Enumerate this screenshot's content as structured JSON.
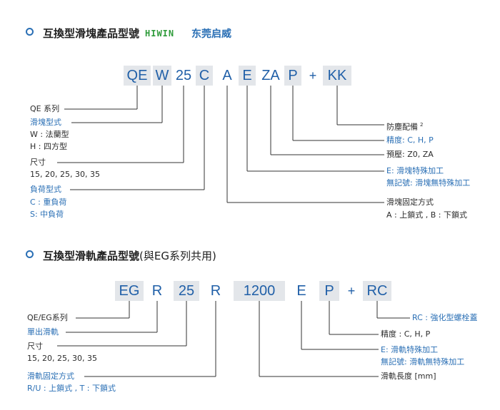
{
  "section1": {
    "title": "互換型滑塊產品型號",
    "brand": "HIWIN",
    "company": "东莞启威",
    "code": [
      "QE",
      "W",
      "25",
      "C",
      "A",
      "E",
      "ZA",
      "P",
      "+",
      "KK"
    ],
    "left_labels": {
      "series": "QE 系列",
      "block_type": "滑塊型式",
      "block_w": "W : 法蘭型",
      "block_h": "H : 四方型",
      "size": "尺寸",
      "size_values": "15, 20, 25, 30, 35",
      "load_type": "負荷型式",
      "load_c": "C : 重負荷",
      "load_s": "S: 中負荷"
    },
    "right_labels": {
      "dust": "防塵配備",
      "dust_sup": "2",
      "precision": "精度:  C, H, P",
      "preload": "預壓:  Z0, ZA",
      "e_special": "E: 滑塊特殊加工",
      "no_mark": "無記號: 滑塊無特殊加工",
      "fix": "滑塊固定方式",
      "fix_values": "A : 上鎖式 ,     B : 下鎖式"
    }
  },
  "section2": {
    "title": "互換型滑軌產品型號",
    "title_suffix": "(與EG系列共用)",
    "code": [
      "EG",
      "R",
      "25",
      "R",
      "1200",
      "E",
      "P",
      "+",
      "RC"
    ],
    "left_labels": {
      "series": "QE/EG系列",
      "single_rail": "單出滑軌",
      "size": "尺寸",
      "size_values": "15, 20, 25, 30, 35",
      "fix": "滑軌固定方式",
      "fix_values": "R/U : 上鎖式 ,   T : 下鎖式"
    },
    "right_labels": {
      "rc": "RC : 強化型螺栓蓋",
      "precision": "精度 : C, H, P",
      "e_special": "E: 滑軌特殊加工",
      "no_mark": "無記號: 滑軌無特殊加工",
      "length": "滑軌長度 [mm]"
    }
  }
}
